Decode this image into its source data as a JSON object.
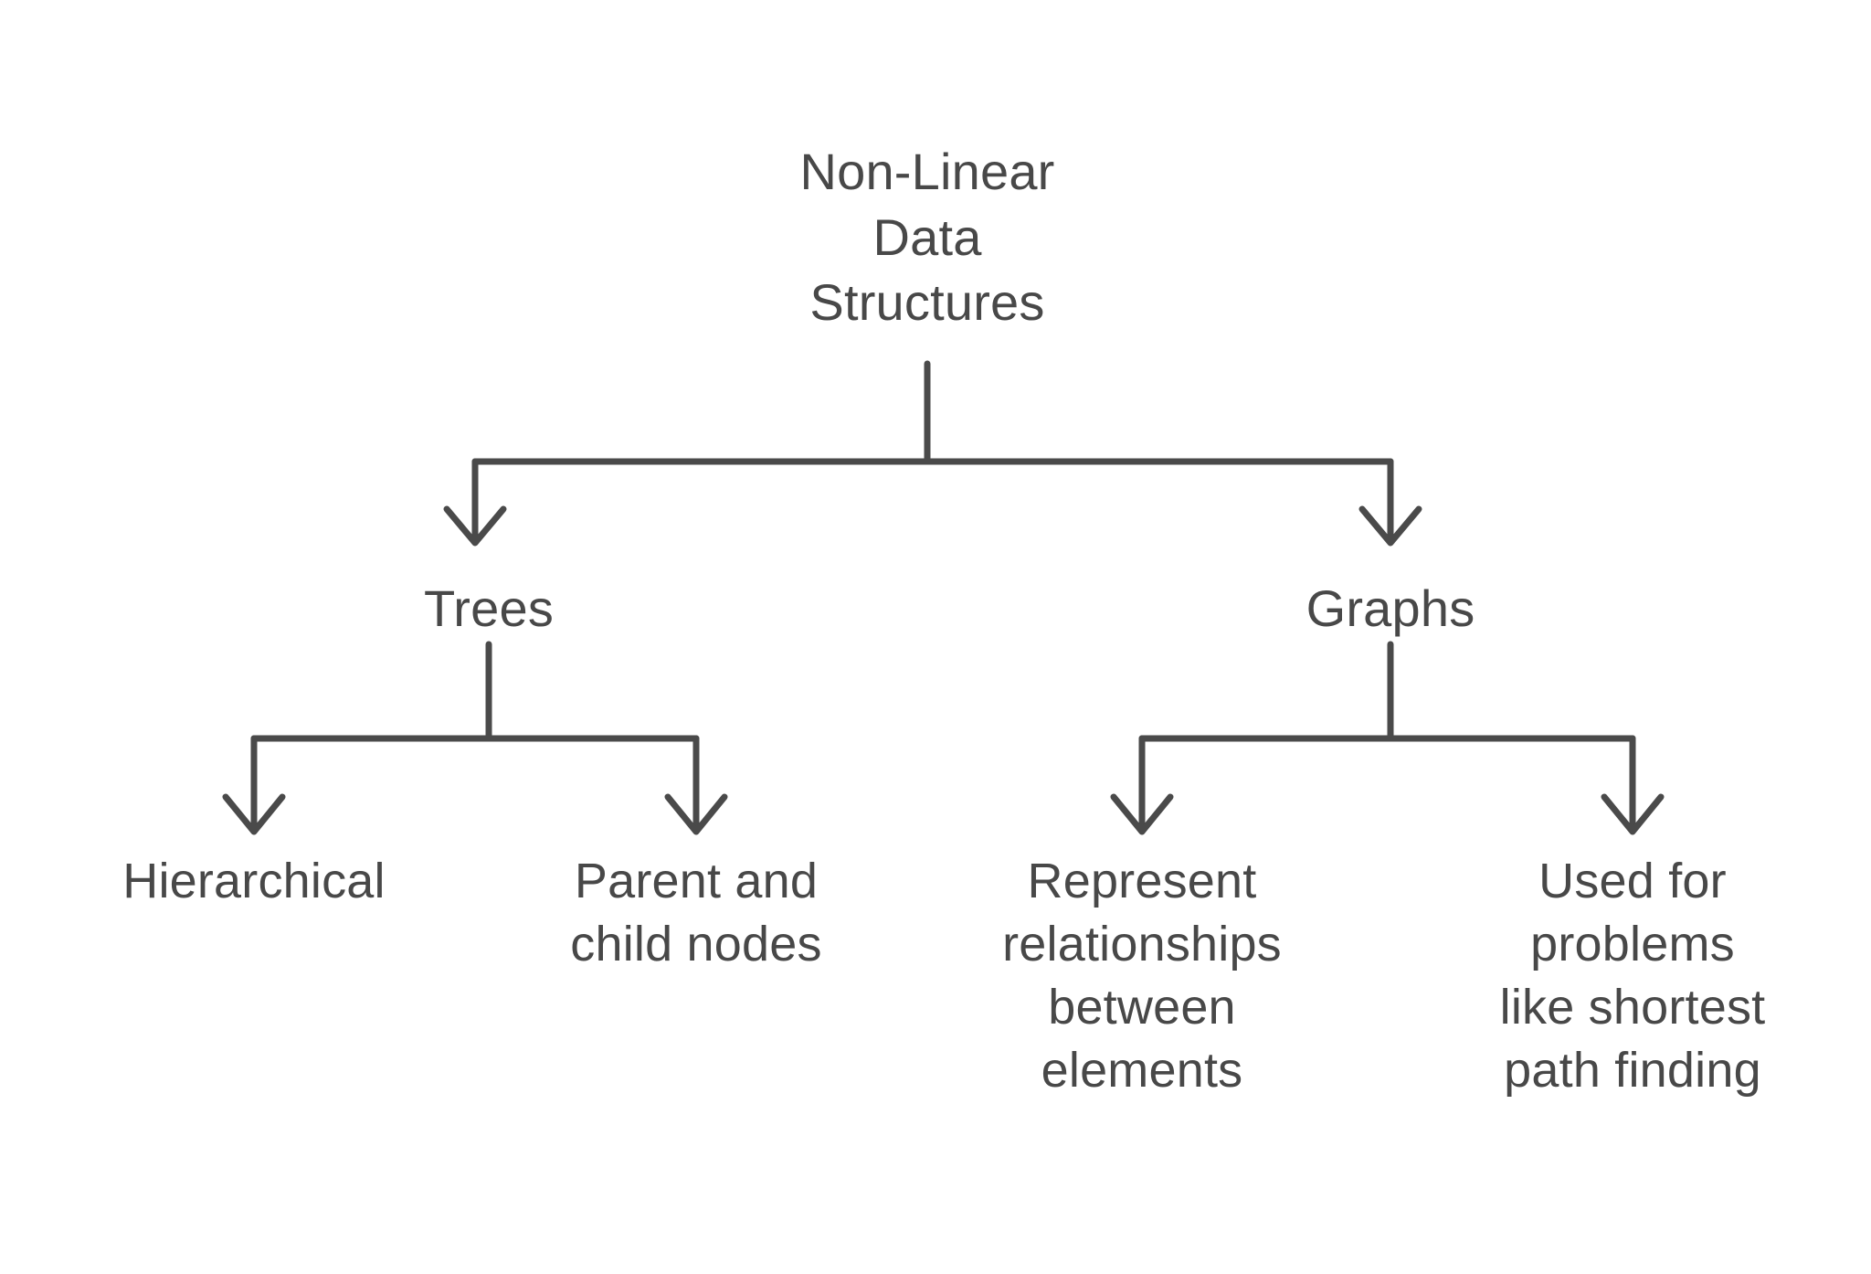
{
  "diagram": {
    "type": "hierarchy-flowchart",
    "background_color": "#ffffff",
    "line_color": "#4a4a4a",
    "text_color": "#484848",
    "root": {
      "label": "Non-Linear\nData\nStructures"
    },
    "branches": [
      {
        "label": "Trees",
        "children": [
          {
            "label": "Hierarchical"
          },
          {
            "label": "Parent and\nchild nodes"
          }
        ]
      },
      {
        "label": "Graphs",
        "children": [
          {
            "label": "Represent\nrelationships\nbetween\nelements"
          },
          {
            "label": "Used for\nproblems\nlike shortest\npath finding"
          }
        ]
      }
    ]
  }
}
